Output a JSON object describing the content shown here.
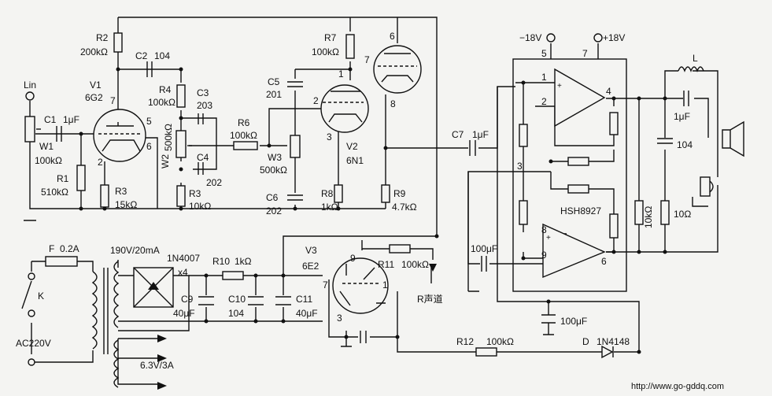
{
  "labels": {
    "lin": "Lin",
    "c1": "C1",
    "c1v": "1μF",
    "w1": "W1",
    "w1v": "100kΩ",
    "r1": "R1",
    "r1v": "510kΩ",
    "v1": "V1",
    "v1t": "6G2",
    "p7a": "7",
    "p5a": "5",
    "p6a": "6",
    "p2a": "2",
    "r2": "R2",
    "r2v": "200kΩ",
    "c2": "C2",
    "c2v": "104",
    "r3a": "R3",
    "r3av": "15kΩ",
    "r4": "R4",
    "r4v": "100kΩ",
    "c3": "C3",
    "c3v": "203",
    "w2": "W2",
    "w2v": "500kΩ",
    "c4": "C4",
    "c4v": "202",
    "r3b": "R3",
    "r3bv": "10kΩ",
    "r6": "R6",
    "r6v": "100kΩ",
    "c5": "C5",
    "c5v": "201",
    "w3": "W3",
    "w3v": "500kΩ",
    "c6": "C6",
    "c6v": "202",
    "r7": "R7",
    "r7v": "100kΩ",
    "v2": "V2",
    "v2t": "6N1",
    "p1b": "1",
    "p2b": "2",
    "p3b": "3",
    "p6b": "6",
    "p7b": "7",
    "p8b": "8",
    "r8": "R8",
    "r8v": "1kΩ",
    "r9": "R9",
    "r9v": "4.7kΩ",
    "c7": "C7",
    "c7v": "1μF",
    "m18": "−18V",
    "p18": "+18V",
    "n5": "5",
    "n7": "7",
    "n1": "1",
    "n2": "2",
    "n3": "3",
    "n4": "4",
    "n8": "8",
    "n9": "9",
    "n6": "6",
    "chip": "HSH8927",
    "cin": "100μF",
    "cb": "100μF",
    "rl": "10kΩ",
    "cf": "1μF",
    "c104r": "104",
    "r10r": "10Ω",
    "ind": "L",
    "fuse": "F",
    "fusev": "0.2A",
    "k": "K",
    "ac": "AC220V",
    "tr1": "190V/20mA",
    "tr2": "6.3V/3A",
    "br": "1N4007",
    "brx": "x4",
    "r10": "R10",
    "r10v": "1kΩ",
    "v3": "V3",
    "v3t": "6E2",
    "r11": "R11",
    "r11v": "100kΩ",
    "c9": "C9",
    "c9v": "40μF",
    "c10": "C10",
    "c10v": "104",
    "c11": "C11",
    "c11v": "40μF",
    "p9": "9",
    "p7c": "7",
    "p1c": "1",
    "p3c": "3",
    "rch": "R声道",
    "r12": "R12",
    "r12v": "100kΩ",
    "d": "D",
    "dv": "1N4148",
    "url": "http://www.go-gddq.com"
  }
}
